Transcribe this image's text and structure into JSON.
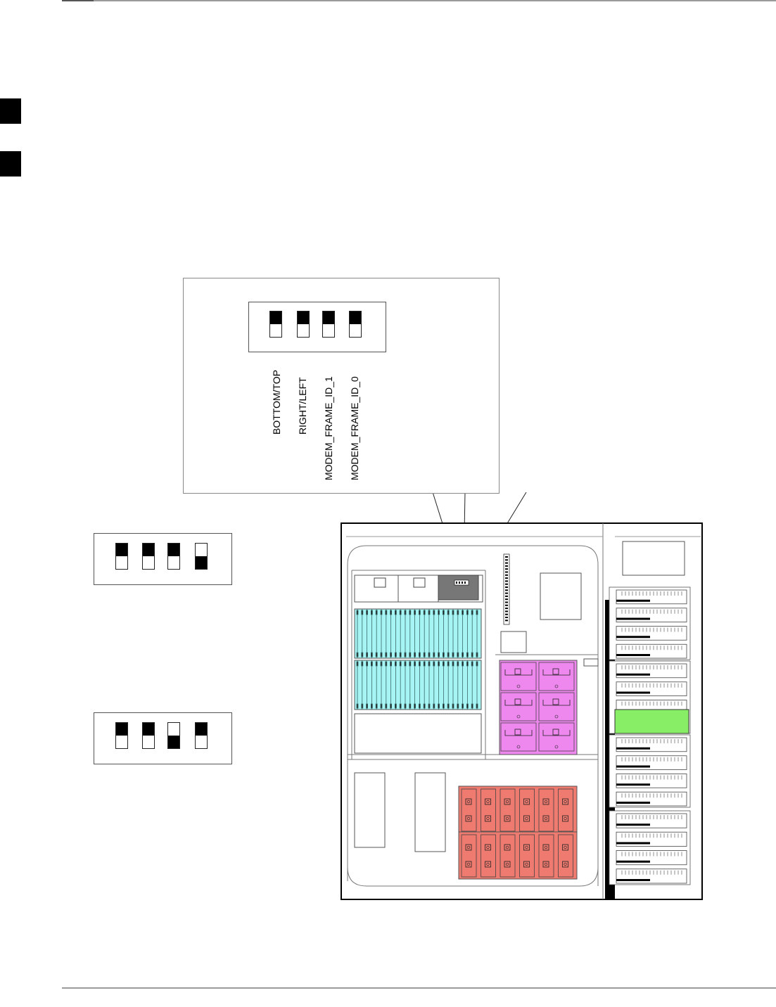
{
  "detail_switch": {
    "labels": [
      "BOTTOM/TOP",
      "RIGHT/LEFT",
      "MODEM_FRAME_ID_1",
      "MODEM_FRAME_ID_0"
    ],
    "positions": [
      "up",
      "up",
      "up",
      "up"
    ]
  },
  "example_switch_1": {
    "positions": [
      "up",
      "up",
      "up",
      "down"
    ]
  },
  "example_switch_2": {
    "positions": [
      "up",
      "up",
      "down",
      "up"
    ]
  },
  "colors": {
    "cyan_cards": "#a6f4f4",
    "magenta_modules": "#ee88ee",
    "red_modules": "#ee7a70",
    "green_highlight": "#88ee66",
    "switch_block": "#777777"
  }
}
